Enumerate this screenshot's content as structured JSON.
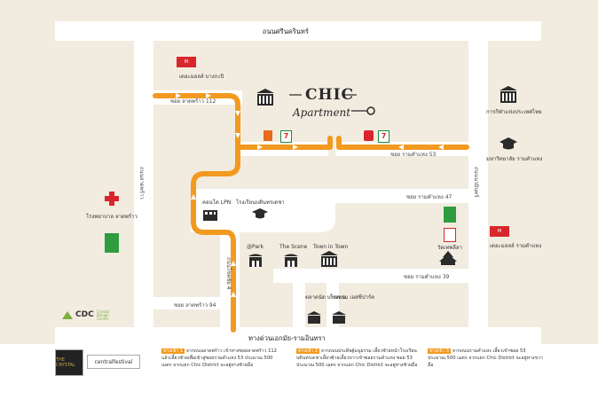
{
  "roads": {
    "top": "ถนนศรีนครินทร์",
    "bottom": "ทางด่วนเอกมัย-รามอินทรา",
    "left": "ถนนลาดพร้าว",
    "right": "ถนนนวมินทร์",
    "middle_vertical": "ถนนโชคชัย 4",
    "soi_112": "ซอย ลาดพร้าว 112",
    "soi_94": "ซอย ลาดพร้าว 94",
    "soi_53": "ซอย รามคำแหง 53",
    "soi_47": "ซอย รามคำแหง 47",
    "soi_39": "ซอย รามคำแหง 39"
  },
  "brand": {
    "name_top": "CHIC",
    "name_bottom": "Apartment"
  },
  "places": {
    "mall_top": "เดอะมอลล์ บางกะปิ",
    "condo": "คอนโด LPN",
    "school_middle": "โรงเรียนบดินทรเดชา",
    "park": "@Park",
    "scene": "The Scene",
    "town": "Town in Town",
    "hospital": "โรงพยาบาล ลาดพร้าว",
    "mall_right": "เดอะมอลล์ รามคำแหง",
    "sports": "การกีฬาแห่งประเทศไทย",
    "univ": "มหาวิทยาลัย รามคำแหง",
    "temple": "วัดเทพลีลา",
    "market": "ตลาดนัด บางเขน",
    "hotel": "โรงแรม เอสซีปาร์ค",
    "cdc": "CDC",
    "cdc_sub": "Crystal Design Center"
  },
  "logos": {
    "crystal": "THE CRYSTAL",
    "central": "centralfestival"
  },
  "notes": [
    {
      "tag": "ทางเข้า 1",
      "text": "จากถนนลาดพร้าว เข้าทางซอยลาดพร้าว 112 แล้วเลี้ยวซ้ายเพื่อเข้าสู่ซอยรามคำแหง 53 ประมาณ 500 เมตร จากแยก Chic District จะอยู่ทางซ้ายมือ"
    },
    {
      "tag": "ทางเข้า 2",
      "text": "จากถนนประดิษฐ์มนูธรรม เลี้ยวซ้ายหน้าโรงเรียนบดินทรเดชาเลี้ยวซ้ายเลี้ยวขวาเข้าซอยรามคำแหง ซอย 53 ประมาณ 500 เมตร จากแยก Chic District จะอยู่ทางซ้ายมือ"
    },
    {
      "tag": "ทางเข้า 3",
      "text": "จากถนนรามคำแหง เลี้ยวเข้าซอย 53 ประมาณ 500 เมตร จากแยก Chic District จะอยู่ทางขวามือ"
    }
  ],
  "colors": {
    "background": "#f2ece0",
    "road": "#ffffff",
    "route": "#f29a1f",
    "ink": "#2b2b2b"
  }
}
